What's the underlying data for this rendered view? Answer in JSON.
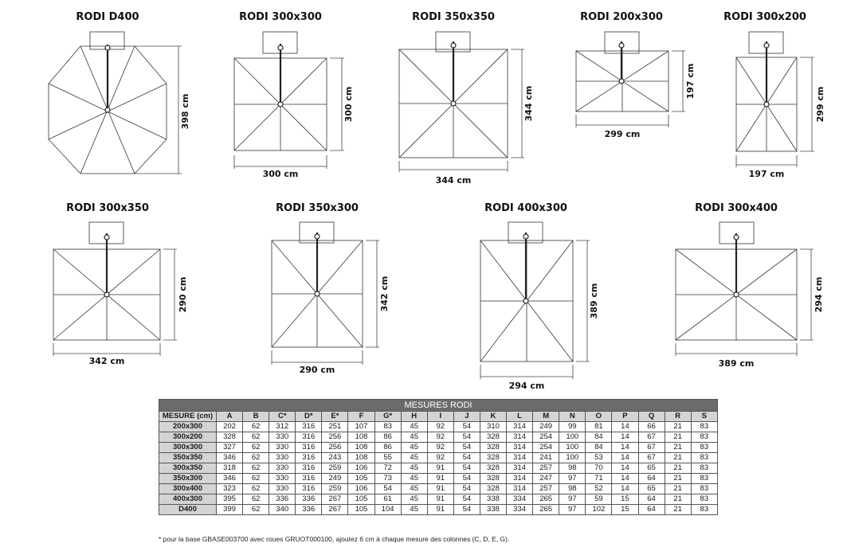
{
  "diagrams": [
    {
      "title": "RODI D400",
      "dim_v": "398 cm"
    },
    {
      "title": "RODI 300x300",
      "dim_v": "300 cm",
      "dim_h": "300 cm"
    },
    {
      "title": "RODI 350x350",
      "dim_v": "344 cm",
      "dim_h": "344 cm"
    },
    {
      "title": "RODI 200x300",
      "dim_v": "197 cm",
      "dim_h": "299 cm"
    },
    {
      "title": "RODI 300x200",
      "dim_v": "299 cm",
      "dim_h": "197 cm"
    },
    {
      "title": "RODI 300x350",
      "dim_v": "290 cm",
      "dim_h": "342 cm"
    },
    {
      "title": "RODI 350x300",
      "dim_v": "342 cm",
      "dim_h": "290 cm"
    },
    {
      "title": "RODI 400x300",
      "dim_v": "389 cm",
      "dim_h": "294 cm"
    },
    {
      "title": "RODI 300x400",
      "dim_v": "294 cm",
      "dim_h": "389 cm"
    }
  ],
  "table": {
    "title": "MESURES RODI",
    "columns": [
      "MESURE (cm)",
      "A",
      "B",
      "C*",
      "D*",
      "E*",
      "F",
      "G*",
      "H",
      "I",
      "J",
      "K",
      "L",
      "M",
      "N",
      "O",
      "P",
      "Q",
      "R",
      "S"
    ],
    "rows": [
      [
        "200x300",
        "202",
        "62",
        "312",
        "316",
        "251",
        "107",
        "83",
        "45",
        "92",
        "54",
        "310",
        "314",
        "249",
        "99",
        "81",
        "14",
        "66",
        "21",
        "83"
      ],
      [
        "300x200",
        "328",
        "62",
        "330",
        "316",
        "256",
        "108",
        "86",
        "45",
        "92",
        "54",
        "328",
        "314",
        "254",
        "100",
        "84",
        "14",
        "67",
        "21",
        "83"
      ],
      [
        "300x300",
        "327",
        "62",
        "330",
        "316",
        "256",
        "108",
        "86",
        "45",
        "92",
        "54",
        "328",
        "314",
        "254",
        "100",
        "84",
        "14",
        "67",
        "21",
        "83"
      ],
      [
        "350x350",
        "346",
        "62",
        "330",
        "316",
        "243",
        "108",
        "55",
        "45",
        "92",
        "54",
        "328",
        "314",
        "241",
        "100",
        "53",
        "14",
        "67",
        "21",
        "83"
      ],
      [
        "300x350",
        "318",
        "62",
        "330",
        "316",
        "259",
        "106",
        "72",
        "45",
        "91",
        "54",
        "328",
        "314",
        "257",
        "98",
        "70",
        "14",
        "65",
        "21",
        "83"
      ],
      [
        "350x300",
        "346",
        "62",
        "330",
        "316",
        "249",
        "105",
        "73",
        "45",
        "91",
        "54",
        "328",
        "314",
        "247",
        "97",
        "71",
        "14",
        "64",
        "21",
        "83"
      ],
      [
        "300x400",
        "323",
        "62",
        "330",
        "316",
        "259",
        "106",
        "54",
        "45",
        "91",
        "54",
        "328",
        "314",
        "257",
        "98",
        "52",
        "14",
        "65",
        "21",
        "83"
      ],
      [
        "400x300",
        "395",
        "62",
        "336",
        "336",
        "267",
        "105",
        "61",
        "45",
        "91",
        "54",
        "338",
        "334",
        "265",
        "97",
        "59",
        "15",
        "64",
        "21",
        "83"
      ],
      [
        "D400",
        "399",
        "62",
        "340",
        "336",
        "267",
        "105",
        "104",
        "45",
        "91",
        "54",
        "338",
        "334",
        "265",
        "97",
        "102",
        "15",
        "64",
        "21",
        "83"
      ]
    ]
  },
  "footnote": "* pour la base GBASE003700 avec roues GRUOT000100, ajoutez 6 cm à chaque mesure des colonnes (C, D, E, G)."
}
